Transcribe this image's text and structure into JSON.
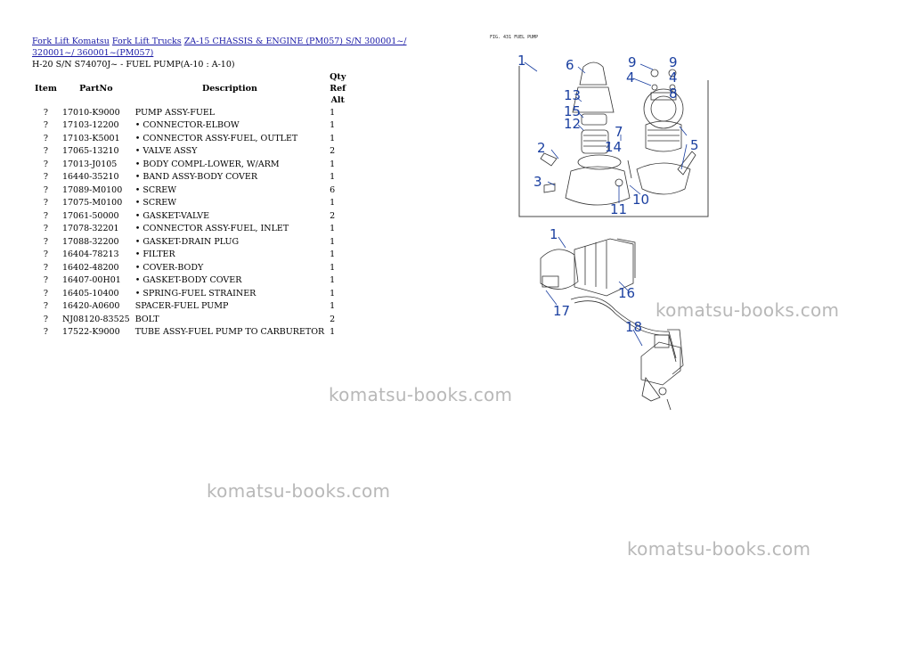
{
  "breadcrumb": {
    "links": [
      "Fork Lift Komatsu",
      "Fork Lift Trucks",
      "ZA-15 CHASSIS & ENGINE (PM057) S/N  300001~/ 320001~/ 360001~(PM057)"
    ]
  },
  "subtitle": "H-20 S/N  S74070J~  - FUEL PUMP(A-10 : A-10)",
  "table": {
    "headers": {
      "item": "Item",
      "partno": "PartNo",
      "description": "Description",
      "qty": "Qty",
      "ref": "Ref",
      "alt": "Alt"
    },
    "rows": [
      {
        "item": "?",
        "partno": "17010-K9000",
        "description": "PUMP ASSY-FUEL",
        "qty": "1"
      },
      {
        "item": "?",
        "partno": "17103-12200",
        "description": "• CONNECTOR-ELBOW",
        "qty": "1"
      },
      {
        "item": "?",
        "partno": "17103-K5001",
        "description": "• CONNECTOR ASSY-FUEL, OUTLET",
        "qty": "1"
      },
      {
        "item": "?",
        "partno": "17065-13210",
        "description": "• VALVE ASSY",
        "qty": "2"
      },
      {
        "item": "?",
        "partno": "17013-J0105",
        "description": "• BODY COMPL-LOWER, W/ARM",
        "qty": "1"
      },
      {
        "item": "?",
        "partno": "16440-35210",
        "description": "• BAND ASSY-BODY COVER",
        "qty": "1"
      },
      {
        "item": "?",
        "partno": "17089-M0100",
        "description": "• SCREW",
        "qty": "6"
      },
      {
        "item": "?",
        "partno": "17075-M0100",
        "description": "• SCREW",
        "qty": "1"
      },
      {
        "item": "?",
        "partno": "17061-50000",
        "description": "• GASKET-VALVE",
        "qty": "2"
      },
      {
        "item": "?",
        "partno": "17078-32201",
        "description": "• CONNECTOR ASSY-FUEL, INLET",
        "qty": "1"
      },
      {
        "item": "?",
        "partno": "17088-32200",
        "description": "• GASKET-DRAIN PLUG",
        "qty": "1"
      },
      {
        "item": "?",
        "partno": "16404-78213",
        "description": "• FILTER",
        "qty": "1"
      },
      {
        "item": "?",
        "partno": "16402-48200",
        "description": "• COVER-BODY",
        "qty": "1"
      },
      {
        "item": "?",
        "partno": "16407-00H01",
        "description": "• GASKET-BODY COVER",
        "qty": "1"
      },
      {
        "item": "?",
        "partno": "16405-10400",
        "description": "• SPRING-FUEL STRAINER",
        "qty": "1"
      },
      {
        "item": "?",
        "partno": "16420-A0600",
        "description": "SPACER-FUEL PUMP",
        "qty": "1"
      },
      {
        "item": "?",
        "partno": "NJ08120-83525",
        "description": "BOLT",
        "qty": "2"
      },
      {
        "item": "?",
        "partno": "17522-K9000",
        "description": "TUBE ASSY-FUEL PUMP TO CARBURETOR",
        "qty": "1"
      }
    ]
  },
  "diagram": {
    "fig_caption": "FIG. 431   FUEL PUMP",
    "callouts": [
      "1",
      "6",
      "9",
      "9",
      "4",
      "4",
      "8",
      "13",
      "15",
      "12",
      "7",
      "14",
      "5",
      "2",
      "3",
      "11",
      "10",
      "1",
      "16",
      "17",
      "18"
    ],
    "callout_color": "#1a3fa0"
  },
  "watermarks": [
    "komatsu-books.com",
    "komatsu-books.com",
    "komatsu-books.com",
    "komatsu-books.com"
  ]
}
